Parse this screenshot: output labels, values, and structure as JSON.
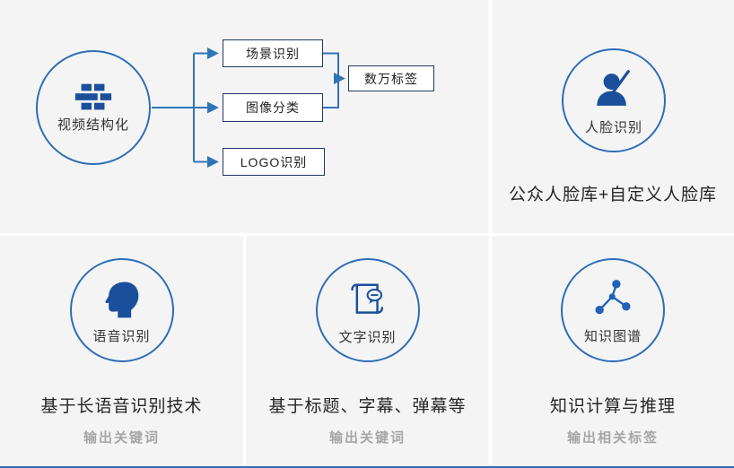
{
  "colors": {
    "cell_bg": "#f4f4f5",
    "gap": "#ffffff",
    "circle_border": "#2e6db4",
    "icon_fill": "#1b4f9c",
    "arrow": "#2e75b6",
    "box_border": "#1f3864",
    "box_bg": "#ffffff",
    "text": "#262626",
    "muted": "#a6a6a6",
    "bottom_rule": "#2e6db4"
  },
  "video": {
    "label": "视频结构化",
    "icon": "blocks-icon",
    "boxes": [
      "场景识别",
      "图像分类",
      "LOGO识别"
    ],
    "result": "数万标签"
  },
  "face": {
    "label": "人脸识别",
    "icon": "person-pen-icon",
    "caption": "公众人脸库+自定义人脸库"
  },
  "speech": {
    "label": "语音识别",
    "icon": "head-profile-icon",
    "caption": "基于长语音识别技术",
    "tagline": "输出关键词"
  },
  "ocr": {
    "label": "文字识别",
    "icon": "scroll-chat-icon",
    "caption": "基于标题、字幕、弹幕等",
    "tagline": "输出关键词"
  },
  "knowledge": {
    "label": "知识图谱",
    "icon": "graph-nodes-icon",
    "caption": "知识计算与推理",
    "tagline": "输出相关标签"
  }
}
